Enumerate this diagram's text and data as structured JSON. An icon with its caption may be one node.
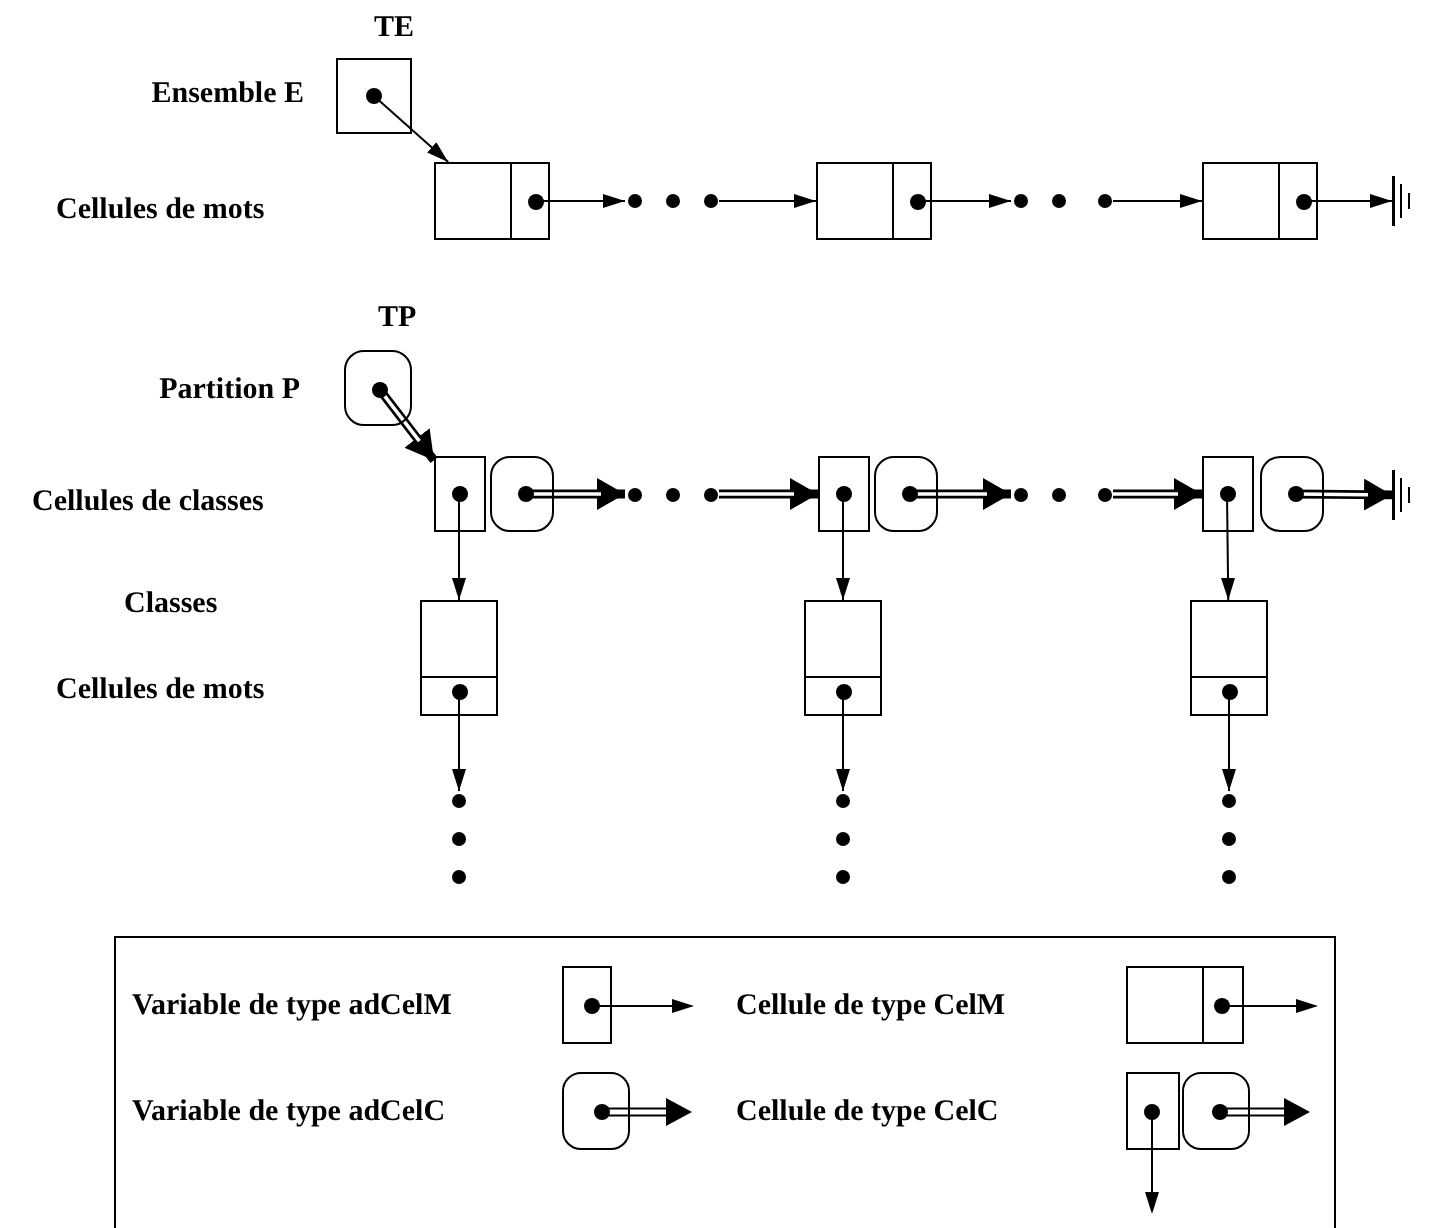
{
  "diagram": {
    "nodes": [
      {
        "text": [],
        "shape": "box"
      },
      {
        "text": [],
        "shape": "box"
      },
      {
        "text": [],
        "shape": "circle"
      },
      {
        "text": [],
        "shape": "circle"
      },
      {
        "text": [],
        "shape": "circle"
      },
      {
        "text": [],
        "shape": "box"
      },
      {
        "text": [],
        "shape": "circle"
      },
      {
        "text": [],
        "shape": "circle"
      },
      {
        "text": [],
        "shape": "circle"
      },
      {
        "text": [],
        "shape": "box"
      },
      {
        "text": [],
        "shape": "bar"
      },
      {
        "text": [],
        "shape": "box"
      },
      {
        "text": [],
        "shape": "box"
      },
      {
        "text": [],
        "shape": "box"
      },
      {
        "text": [],
        "shape": "circle"
      },
      {
        "text": [],
        "shape": "circle"
      },
      {
        "text": [],
        "shape": "circle"
      },
      {
        "text": [],
        "shape": "box"
      },
      {
        "text": [],
        "shape": "box"
      },
      {
        "text": [],
        "shape": "circle"
      },
      {
        "text": [],
        "shape": "circle"
      },
      {
        "text": [],
        "shape": "circle"
      },
      {
        "text": [],
        "shape": "box"
      },
      {
        "text": [],
        "shape": "box"
      },
      {
        "text": [],
        "shape": "bar"
      },
      {
        "text": [],
        "shape": "box"
      },
      {
        "text": [],
        "shape": "circle"
      },
      {
        "text": [],
        "shape": "circle"
      },
      {
        "text": [],
        "shape": "circle"
      },
      {
        "text": [],
        "shape": "box"
      },
      {
        "text": [],
        "shape": "circle"
      },
      {
        "text": [],
        "shape": "circle"
      },
      {
        "text": [],
        "shape": "circle"
      },
      {
        "text": [],
        "shape": "box"
      },
      {
        "text": [],
        "shape": "circle"
      },
      {
        "text": [],
        "shape": "circle"
      },
      {
        "text": [],
        "shape": "circle"
      }
    ],
    "edges": [
      {
        "from": 0,
        "to": 1,
        "arrow": "to"
      },
      {
        "from": 1,
        "to": 2,
        "arrow": "to"
      },
      {
        "from": 4,
        "to": 5,
        "arrow": "to"
      },
      {
        "from": 5,
        "to": 6,
        "arrow": "to"
      },
      {
        "from": 8,
        "to": 9,
        "arrow": "to"
      },
      {
        "from": 9,
        "to": 10,
        "arrow": "to"
      },
      {
        "from": 11,
        "to": 12,
        "arrow": "to",
        "style": "thick"
      },
      {
        "from": 13,
        "to": 14,
        "arrow": "to",
        "style": "thick"
      },
      {
        "from": 16,
        "to": 17,
        "arrow": "to",
        "style": "thick"
      },
      {
        "from": 18,
        "to": 19,
        "arrow": "to",
        "style": "thick"
      },
      {
        "from": 21,
        "to": 22,
        "arrow": "to",
        "style": "thick"
      },
      {
        "from": 23,
        "to": 24,
        "arrow": "to",
        "style": "thick"
      },
      {
        "from": 12,
        "to": 25,
        "arrow": "to"
      },
      {
        "from": 25,
        "to": 26,
        "arrow": "to"
      },
      {
        "from": 17,
        "to": 29,
        "arrow": "to"
      },
      {
        "from": 29,
        "to": 30,
        "arrow": "to"
      },
      {
        "from": 22,
        "to": 33,
        "arrow": "to"
      },
      {
        "from": 33,
        "to": 34,
        "arrow": "to"
      }
    ],
    "labels": [
      "TE",
      "Ensemble E",
      "Cellules de mots",
      "TP",
      "Partition P",
      "Cellules de classes",
      "Classes",
      "Cellules de mots"
    ],
    "legend": [
      {
        "text": "Variable de type adCelM"
      },
      {
        "text": "Cellule de type CelM"
      },
      {
        "text": "Variable de type adCelC"
      },
      {
        "text": "Cellule de type CelC"
      }
    ]
  }
}
